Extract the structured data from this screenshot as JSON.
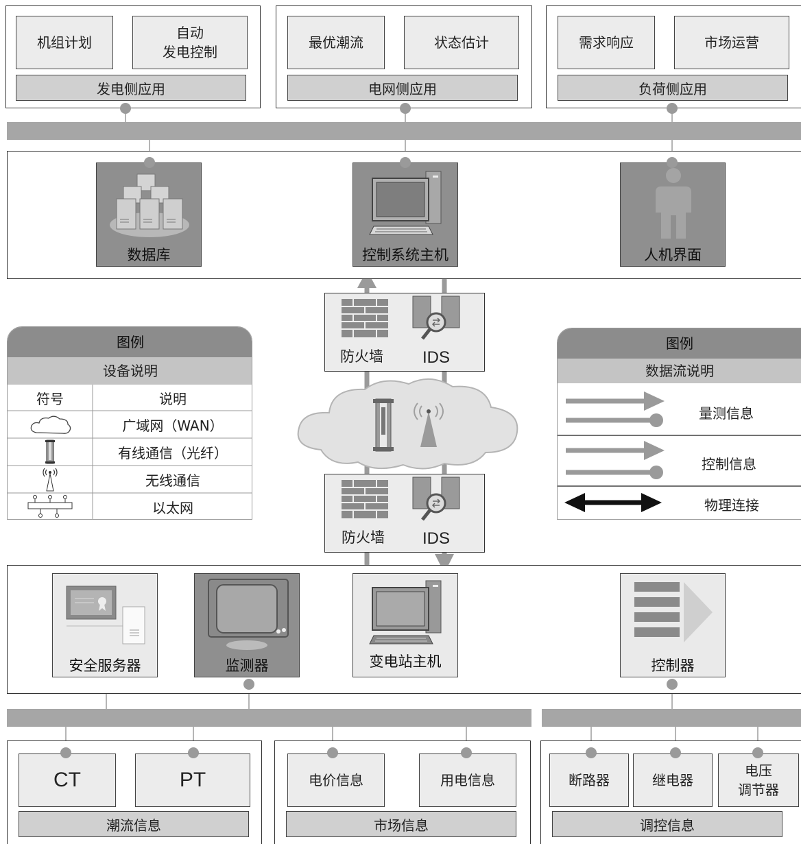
{
  "top_panels": [
    {
      "boxes": [
        "机组计划",
        "自动\n发电控制"
      ],
      "bar": "发电侧应用"
    },
    {
      "boxes": [
        "最优潮流",
        "状态估计"
      ],
      "bar": "电网侧应用"
    },
    {
      "boxes": [
        "需求响应",
        "市场运营"
      ],
      "bar": "负荷侧应用"
    }
  ],
  "control_center": {
    "database": "数据库",
    "host": "控制系统主机",
    "hmi": "人机界面"
  },
  "security": {
    "firewall": "防火墙",
    "ids": "IDS"
  },
  "legend_devices": {
    "title": "图例",
    "subtitle": "设备说明",
    "col_symbol": "符号",
    "col_desc": "说明",
    "rows": [
      "广域网（WAN）",
      "有线通信（光纤）",
      "无线通信",
      "以太网"
    ]
  },
  "legend_flows": {
    "title": "图例",
    "subtitle": "数据流说明",
    "rows": [
      "量测信息",
      "控制信息",
      "物理连接"
    ]
  },
  "substation": {
    "security_server": "安全服务器",
    "monitor": "监测器",
    "host": "变电站主机",
    "controller": "控制器"
  },
  "bottom_panels": [
    {
      "boxes": [
        "CT",
        "PT"
      ],
      "bar": "潮流信息"
    },
    {
      "boxes": [
        "电价信息",
        "用电信息"
      ],
      "bar": "市场信息"
    },
    {
      "boxes": [
        "断路器",
        "继电器",
        "电压\n调节器"
      ],
      "bar": "调控信息"
    }
  ],
  "colors": {
    "bus": "#a6a6a6",
    "device": "#8f8f8f",
    "box": "#ececec",
    "bar": "#d0d0d0"
  }
}
